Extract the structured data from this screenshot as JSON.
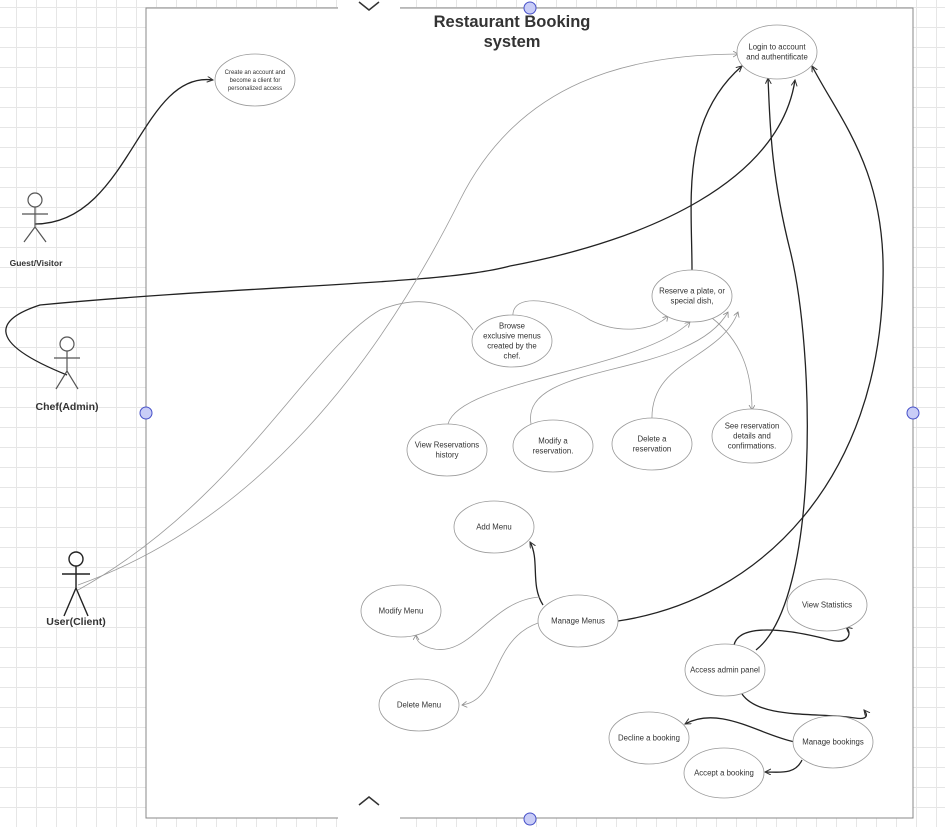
{
  "diagram": {
    "title_lines": [
      "Restaurant Booking",
      "system"
    ],
    "actors": [
      {
        "id": "guest",
        "label": "Guest/Visitor"
      },
      {
        "id": "chef",
        "label": "Chef(Admin)"
      },
      {
        "id": "user",
        "label": "User(Client)"
      }
    ],
    "use_cases": [
      {
        "id": "create_account",
        "lines": [
          "Create an account and",
          "become a client for",
          "personalized access"
        ]
      },
      {
        "id": "login",
        "lines": [
          "Login to account",
          "and authentificate"
        ]
      },
      {
        "id": "reserve",
        "lines": [
          "Reserve a plate, or",
          "special dish,"
        ]
      },
      {
        "id": "browse",
        "lines": [
          "Browse",
          "exclusive menus",
          "created by the",
          "chef."
        ]
      },
      {
        "id": "view_history",
        "lines": [
          "View Reservations",
          "history"
        ]
      },
      {
        "id": "modify_res",
        "lines": [
          "Modify a",
          "reservation."
        ]
      },
      {
        "id": "delete_res",
        "lines": [
          "Delete a",
          "reservation"
        ]
      },
      {
        "id": "see_details",
        "lines": [
          "See reservation",
          "details and",
          "confirmations."
        ]
      },
      {
        "id": "add_menu",
        "lines": [
          "Add Menu"
        ]
      },
      {
        "id": "modify_menu",
        "lines": [
          "Modify Menu"
        ]
      },
      {
        "id": "manage_menus",
        "lines": [
          "Manage Menus"
        ]
      },
      {
        "id": "delete_menu",
        "lines": [
          "Delete Menu"
        ]
      },
      {
        "id": "view_stats",
        "lines": [
          "View Statistics"
        ]
      },
      {
        "id": "admin_panel",
        "lines": [
          "Access admin panel"
        ]
      },
      {
        "id": "decline",
        "lines": [
          "Decline a booking"
        ]
      },
      {
        "id": "manage_bookings",
        "lines": [
          "Manage bookings"
        ]
      },
      {
        "id": "accept",
        "lines": [
          "Accept a booking"
        ]
      }
    ],
    "colors": {
      "grid": "#e6e6e6",
      "frame": "#888888",
      "selection_handle_fill": "#c9cdf7",
      "selection_handle_stroke": "#4650c8"
    }
  }
}
